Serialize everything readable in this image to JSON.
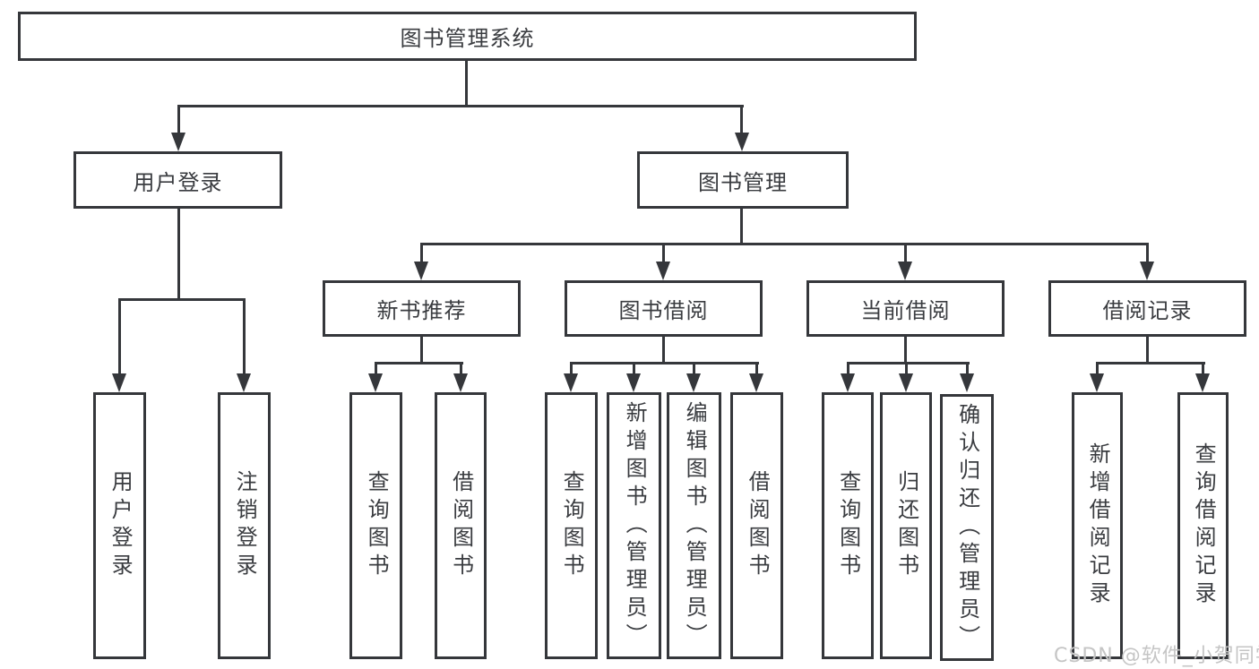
{
  "diagram": {
    "type": "tree-hierarchy",
    "colors": {
      "line": "#35373b",
      "box_border": "#35373b",
      "text": "#3a3c40",
      "background": "#ffffff",
      "watermark": "#c5c5c5"
    },
    "nodes": {
      "root": {
        "label": "图书管理系统"
      },
      "level2": [
        {
          "label": "用户登录"
        },
        {
          "label": "图书管理"
        }
      ],
      "level3": [
        {
          "label": "新书推荐",
          "parent": "图书管理"
        },
        {
          "label": "图书借阅",
          "parent": "图书管理"
        },
        {
          "label": "当前借阅",
          "parent": "图书管理"
        },
        {
          "label": "借阅记录",
          "parent": "图书管理"
        }
      ],
      "leaves": [
        {
          "label": "用户登录",
          "parent": "用户登录"
        },
        {
          "label": "注销登录",
          "parent": "用户登录"
        },
        {
          "label": "查询图书",
          "parent": "新书推荐"
        },
        {
          "label": "借阅图书",
          "parent": "新书推荐"
        },
        {
          "label": "查询图书",
          "parent": "图书借阅"
        },
        {
          "label": "新增图书（管理员）",
          "parent": "图书借阅"
        },
        {
          "label": "编辑图书（管理员）",
          "parent": "图书借阅"
        },
        {
          "label": "借阅图书",
          "parent": "图书借阅"
        },
        {
          "label": "查询图书",
          "parent": "当前借阅"
        },
        {
          "label": "归还图书",
          "parent": "当前借阅"
        },
        {
          "label": "确认归还（管理员）",
          "parent": "当前借阅"
        },
        {
          "label": "新增借阅记录",
          "parent": "借阅记录"
        },
        {
          "label": "查询借阅记录",
          "parent": "借阅记录"
        }
      ]
    }
  },
  "watermark": {
    "text": "CSDN @软件_小贺同学"
  }
}
